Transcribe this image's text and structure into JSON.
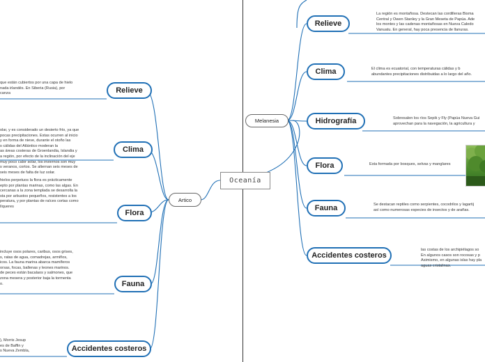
{
  "colors": {
    "node_border": "#1f6fb5",
    "line": "#1f6fb5",
    "divider": "#333333"
  },
  "root": {
    "label": "Oceanía"
  },
  "branches": {
    "artico": {
      "label": "Artico"
    },
    "melanesia": {
      "label": "Melanesia"
    }
  },
  "artico_topics": [
    {
      "label": "Relieve",
      "lines": [
        "que están cubiertos por una capa de hielo",
        "nada irlandés. En Siberia (Rusia), por",
        "canza"
      ]
    },
    {
      "label": "Clima",
      "lines": [
        "olar, y es considerado un desierto frío, ya que",
        "pocas precipitaciones. Estas ocurren al inicio",
        "y en forma de nieve, durante el otoño  las",
        "s cálidas del Atlántico moderan la",
        "as áreas costeras de Groenlandia, Islandia y",
        "a región, por efecto de la inclinación del eje",
        "muy poco calor solar, los inviernos son muy",
        "s veranos, cortos. Se alternan seis meses de",
        "seis meses de falta de luz solar."
      ]
    },
    {
      "label": "Flora",
      "lines": [
        "hielos perpetuos la flora es prácticamente",
        "epto por plantas marinas, como las algas. En",
        "cercanas a la zona templada se desarrolla la",
        "sta por arbustos pequeños, resistentes a los",
        "peratura, y por plantas de raíces cortas como",
        "líqueres"
      ]
    },
    {
      "label": "Fauna",
      "lines": [
        "incluye osos polares, caribus, osos grises,",
        "s, ratas de agua, comadrejas, armiños,",
        "icos. La fauna marina abarca mamíferos",
        "orsas, focas, ballenas y leones marinos.",
        "de peces están bacalaos y salmones, que",
        "zona mesera y posterior baja la tormenta",
        "o."
      ]
    },
    {
      "label": "Accidentes costeros",
      "lines": [
        "), Morris Jesup",
        "es de Baffin y",
        "s Nueva Zembla,"
      ]
    }
  ],
  "melanesia_topics": [
    {
      "label": "Relieve",
      "lines": [
        "La región es montañosa.  Destecan las cordilleras Bisma",
        "Central y Owen Stanley y la Gran Meseta de Papúa.  Ade",
        "los montes y las cadenas montañosas en Nueva Caledo",
        "Vanuatu.  En general, hay poca presencia de llanuras."
      ]
    },
    {
      "label": "Clima",
      "lines": [
        "El clima es ecuatorial, con temperaturas cálidas y b",
        "abundantes precipitaciones distribuidas a lo largo del año."
      ]
    },
    {
      "label": "Hidrografía",
      "lines": [
        "Sobresalen los ríos Sepik y Fly (Papúa Nueva Gui",
        "aprovechan para la navegación, la agricultura y"
      ]
    },
    {
      "label": "Flora",
      "lines": [
        "Esta formada por bosques, selvas y manglares"
      ]
    },
    {
      "label": "Fauna",
      "lines": [
        "Se destacan reptiles como serpientes, cocodrilos y lagartij",
        "así como numerosas especies de insectos y de arañas."
      ]
    },
    {
      "label": "Accidentes costeros",
      "lines": [
        "las costas de los archipiélagos so",
        "En algunos casos son rocosas y p",
        "Asimismo, en algunas islas hay pla",
        "aguas cristalinas."
      ]
    }
  ]
}
